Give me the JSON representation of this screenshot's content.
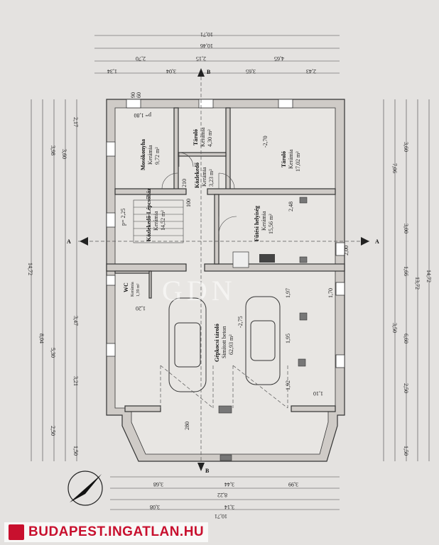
{
  "rooms": [
    {
      "name": "Mosókonyha",
      "floor": "Kerámia",
      "area": "9,72 m²"
    },
    {
      "name": "Tároló",
      "floor": "Kerámia",
      "area": "4,30 m²"
    },
    {
      "name": "Közlekedő",
      "floor": "Kerámia",
      "area": "3,23 m²"
    },
    {
      "name": "Tároló",
      "floor": "Kerámia",
      "area": "17,02 m²"
    },
    {
      "name": "Közlekedő-Lépcsőház",
      "floor": "Kerámia",
      "area": "14,52 m²"
    },
    {
      "name": "Fűtési helyiség",
      "floor": "Kerámia",
      "area": "15,56 m²"
    },
    {
      "name": "WC",
      "floor": "Kerámia",
      "area": "1,39 m²"
    },
    {
      "name": "Gépkocsi tároló",
      "floor": "Simított beton",
      "area": "62,93 m²"
    }
  ],
  "levels": [
    "-2,70",
    "-2,75"
  ],
  "section_marks": [
    "A",
    "A",
    "B",
    "B"
  ],
  "dimensions": {
    "top": [
      "10,71",
      "10,46",
      "2,70",
      "2,15",
      "4,65",
      "3,04",
      "3,65",
      "2,43",
      "1,34"
    ],
    "left": [
      "14,72",
      "3,98",
      "3,60",
      "2,17",
      "8,04",
      "5,30",
      "3,47",
      "3,21",
      "2,50",
      "1,50"
    ],
    "right": [
      "14,72",
      "13,72",
      "7,06",
      "3,60",
      "3,00",
      "1,66",
      "3,50",
      "6,60",
      "2,50",
      "1,50"
    ],
    "bottom": [
      "10,71",
      "8,22",
      "3,99",
      "3,68",
      "3,44",
      "3,08",
      "3,14"
    ],
    "openings": [
      "90",
      "60",
      "p= 1,80",
      "210",
      "100",
      "280",
      "2,48",
      "1,97",
      "1,95",
      "1,92",
      "1,10",
      "1,20",
      "2,00",
      "1,70",
      "p= 2,25"
    ]
  },
  "watermark": "GDN",
  "brand": "BUDAPEST.INGATLAN.HU"
}
